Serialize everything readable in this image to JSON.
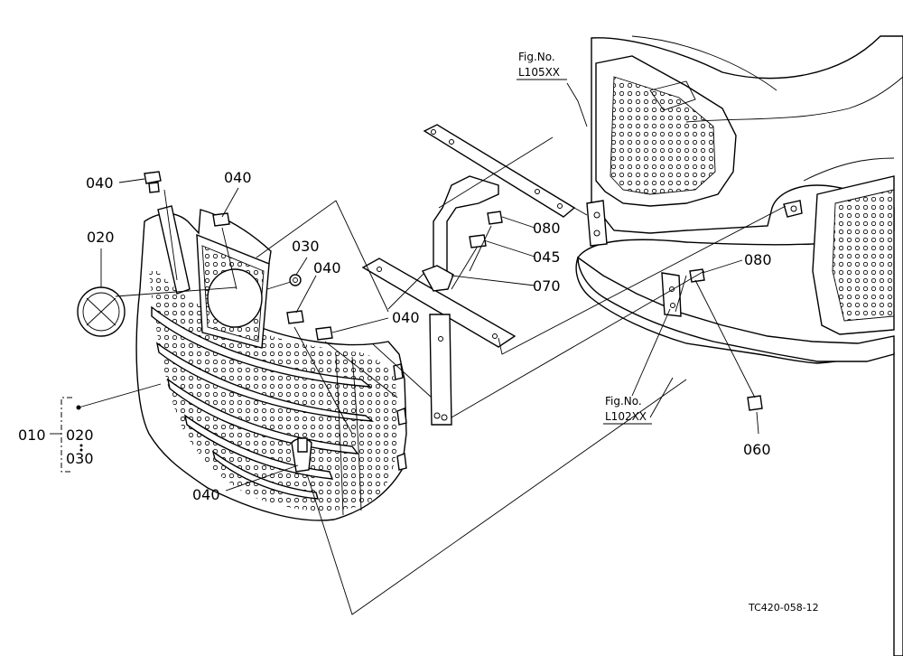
{
  "labels": {
    "p010": "010",
    "p020a": "020",
    "p020b": "020",
    "p030a": "030",
    "p030b": "030",
    "p040a": "040",
    "p040b": "040",
    "p040c": "040",
    "p040d": "040",
    "p040e": "040",
    "p045": "045",
    "p060": "060",
    "p070": "070",
    "p080a": "080",
    "p080b": "080"
  },
  "refs": {
    "fig1_line1": "Fig.No.",
    "fig1_line2": "L105XX",
    "fig2_line1": "Fig.No.",
    "fig2_line2": "L102XX"
  },
  "drawing_code": "TC420-058-12"
}
